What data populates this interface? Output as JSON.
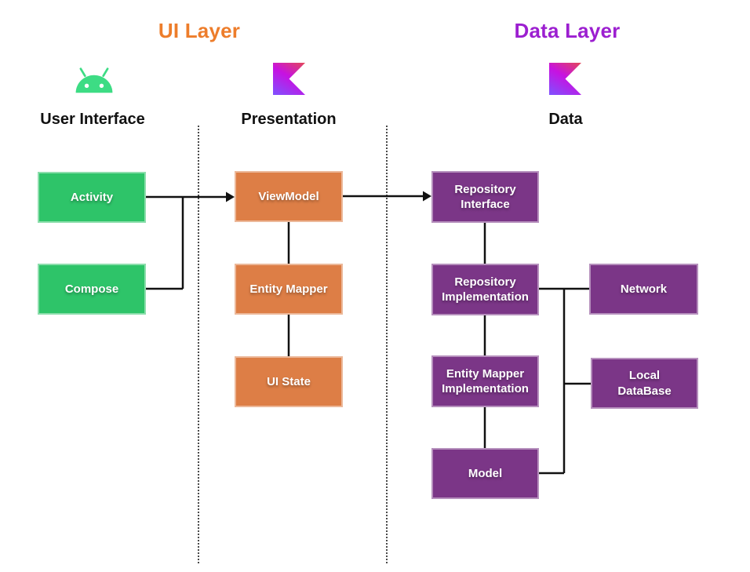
{
  "diagram": {
    "ui_layer_title": "UI Layer",
    "data_layer_title": "Data Layer",
    "columns": {
      "user_interface": "User Interface",
      "presentation": "Presentation",
      "data": "Data"
    },
    "icons": {
      "user_interface": "android-icon",
      "presentation": "kotlin-icon",
      "data": "kotlin-icon"
    },
    "nodes": {
      "activity": "Activity",
      "compose": "Compose",
      "viewmodel": "ViewModel",
      "entity_mapper": "Entity Mapper",
      "ui_state": "UI State",
      "repository_interface": "Repository\nInterface",
      "repository_implementation": "Repository\nImplementation",
      "entity_mapper_implementation": "Entity Mapper\nImplementation",
      "model": "Model",
      "network": "Network",
      "local_database": "Local\nDataBase"
    }
  },
  "colors": {
    "ui_layer_accent": "#ED7D2B",
    "data_layer_accent": "#9C1FD0",
    "green_node": "#2EC469",
    "orange_node": "#DD7E46",
    "purple_node": "#7B3687",
    "android_green": "#3DDC84",
    "label_text": "#111111",
    "connector": "#111111"
  }
}
